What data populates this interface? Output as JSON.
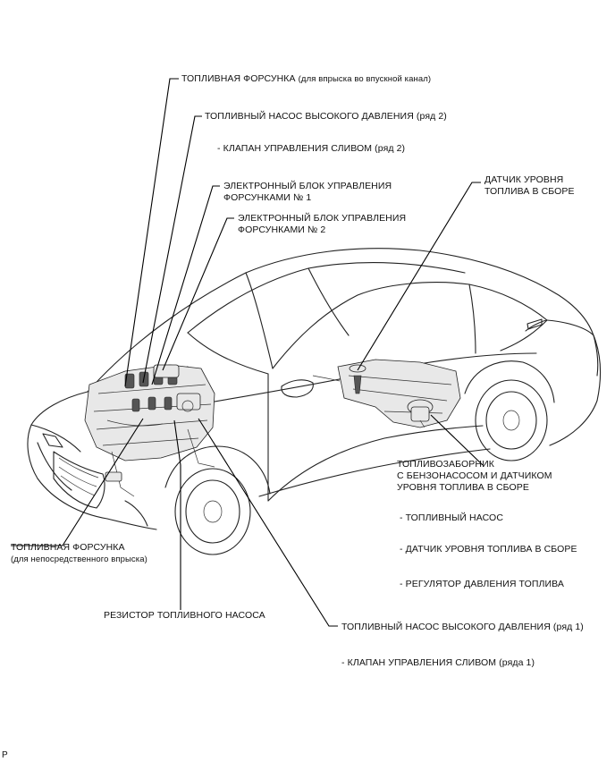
{
  "labels": {
    "injector_port_title": "ТОПЛИВНАЯ ФОРСУНКА",
    "injector_port_note": "(для впрыска во впускной канал)",
    "hp_pump_bank2": "ТОПЛИВНЫЙ НАСОС ВЫСОКОГО ДАВЛЕНИЯ (ряд 2)",
    "spill_valve_bank2": "- КЛАПАН УПРАВЛЕНИЯ СЛИВОМ (ряд 2)",
    "edu1_line1": "ЭЛЕКТРОННЫЙ БЛОК УПРАВЛЕНИЯ",
    "edu1_line2": "ФОРСУНКАМИ № 1",
    "edu2_line1": "ЭЛЕКТРОННЫЙ БЛОК УПРАВЛЕНИЯ",
    "edu2_line2": "ФОРСУНКАМИ № 2",
    "fuel_sender_line1": "ДАТЧИК УРОВНЯ",
    "fuel_sender_line2": "ТОПЛИВА В СБОРЕ",
    "suction_line1": "ТОПЛИВОЗАБОРНИК",
    "suction_line2": "С БЕНЗОНАСОСОМ И ДАТЧИКОМ",
    "suction_line3": "УРОВНЯ ТОПЛИВА В СБОРЕ",
    "fuel_pump": "- ТОПЛИВНЫЙ НАСОС",
    "sender_sub": "- ДАТЧИК УРОВНЯ ТОПЛИВА В СБОРЕ",
    "regulator": "- РЕГУЛЯТОР ДАВЛЕНИЯ ТОПЛИВА",
    "injector_direct_title": "ТОПЛИВНАЯ ФОРСУНКА",
    "injector_direct_note": "(для непосредственного впрыска)",
    "pump_resistor": "РЕЗИСТОР ТОПЛИВНОГО НАСОСА",
    "hp_pump_bank1": "ТОПЛИВНЫЙ НАСОС ВЫСОКОГО ДАВЛЕНИЯ (ряд 1)",
    "spill_valve_bank1": "- КЛАПАН УПРАВЛЕНИЯ СЛИВОМ (ряда 1)",
    "page_mark": "P"
  },
  "icons": [
    "vehicle-outline",
    "engine-assembly",
    "fuel-tank-assembly"
  ]
}
